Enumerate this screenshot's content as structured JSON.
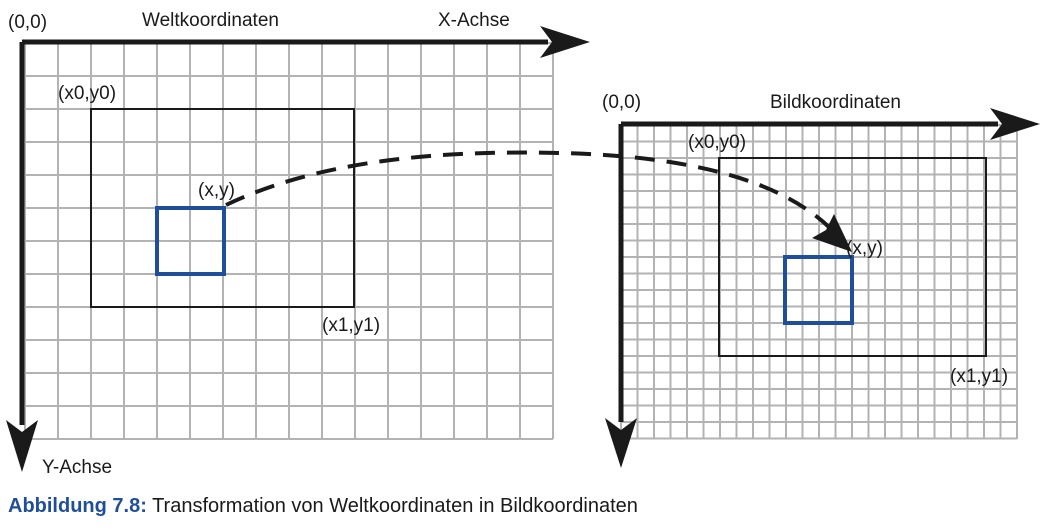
{
  "world": {
    "origin_label": "(0,0)",
    "title": "Weltkoordinaten",
    "x_axis_label": "X-Achse",
    "y_axis_label": "Y-Achse",
    "corner_top_left": "(x0,y0)",
    "corner_bottom_right": "(x1,y1)",
    "point_label": "(x,y)"
  },
  "image": {
    "origin_label": "(0,0)",
    "title": "Bildkoordinaten",
    "corner_top_left": "(x0,y0)",
    "corner_bottom_right": "(x1,y1)",
    "point_label": "(x,y)"
  },
  "caption": {
    "number": "Abbildung 7.8:",
    "text": " Transformation von Weltkoordinaten in Bildkoordinaten"
  },
  "colors": {
    "grid": "#b3b3b3",
    "axis": "#1a1a1a",
    "highlight": "#1f4e9a"
  }
}
